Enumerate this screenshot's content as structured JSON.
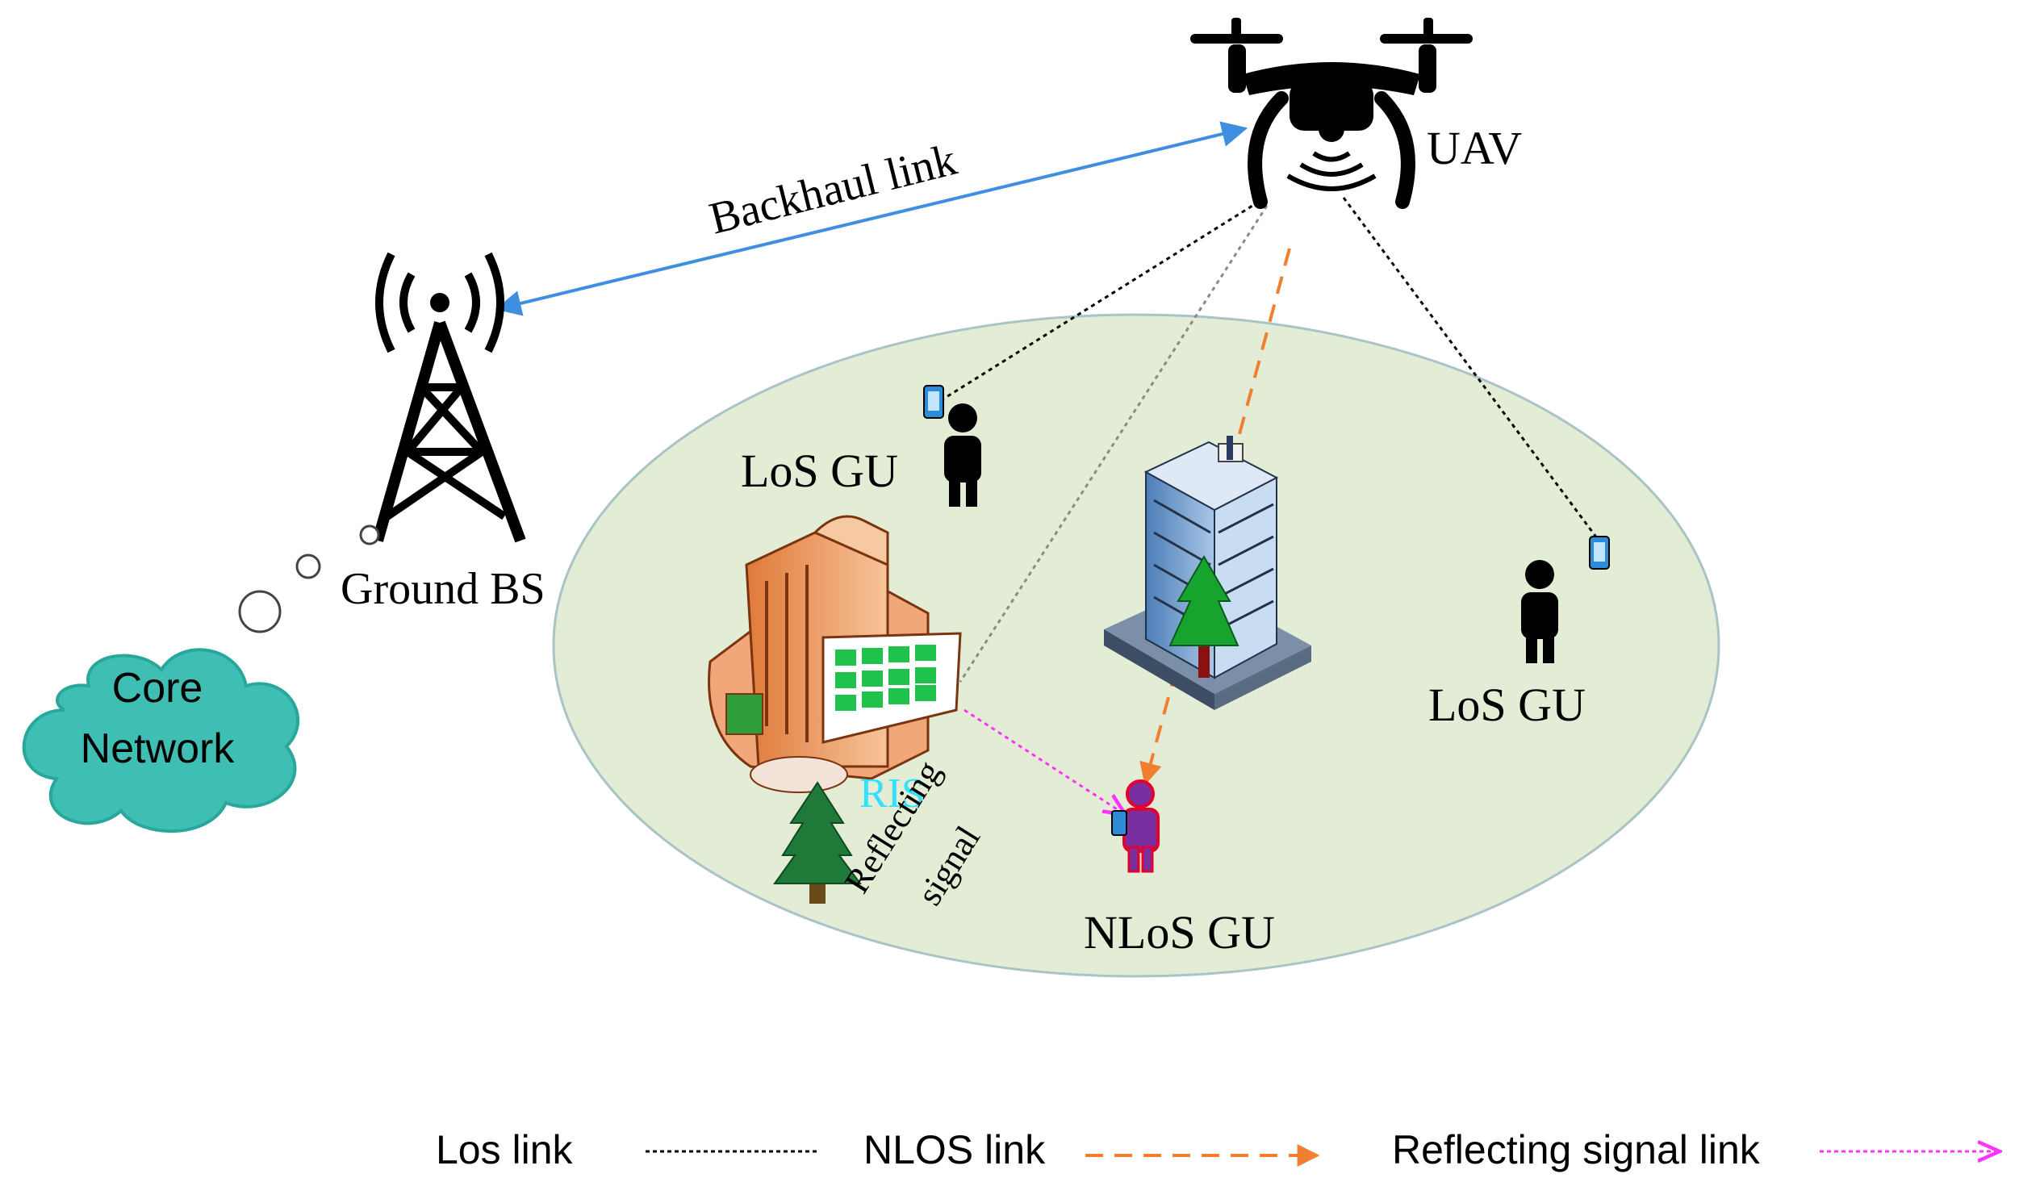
{
  "labels": {
    "uav": "UAV",
    "backhaul": "Backhaul link",
    "ground_bs": "Ground BS",
    "core_network_line1": "Core",
    "core_network_line2": "Network",
    "los_gu_left": "LoS GU",
    "los_gu_right": "LoS GU",
    "nlos_gu": "NLoS GU",
    "ris": "RIS",
    "reflecting_line1": "Reflecting",
    "reflecting_line2": "signal"
  },
  "legend": {
    "los_link": "Los link",
    "nlos_link": "NLOS link",
    "reflecting_link": "Reflecting signal link"
  },
  "colors": {
    "backhaul": "#3f8fe0",
    "los": "#000000",
    "los_grey": "#8a8a8a",
    "nlos": "#f08030",
    "reflecting": "#ff33ff",
    "ris_text": "#33e0ff",
    "coverage_fill": "#e3edd6",
    "cloud_fill": "#3fbfb3",
    "nlos_user": "#7a2fa0"
  },
  "icons": [
    "uav-icon",
    "tower-icon",
    "cloud-icon",
    "person-icon",
    "phone-icon",
    "building-icon",
    "tree-icon",
    "ris-panel-icon"
  ]
}
